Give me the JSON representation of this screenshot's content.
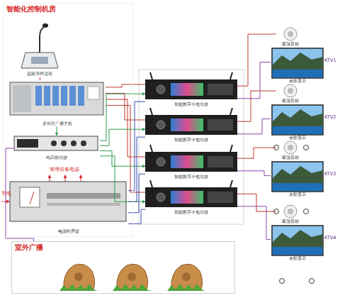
{
  "diagram": {
    "nodes": [
      {
        "text": [
          "智能化控制机房"
        ]
      },
      {
        "text": [
          "远程寻呼话筒"
        ],
        "in": 0
      },
      {
        "text": [
          "多分区广播主机"
        ],
        "in": 0
      },
      {
        "text": [
          "纯后级功放"
        ],
        "in": 0
      },
      {
        "text": [
          "电源时序器"
        ],
        "in": 0
      },
      {
        "text": [
          "智能数字卡包功放"
        ]
      },
      {
        "text": [
          "智能数字卡包功放"
        ]
      },
      {
        "text": [
          "智能数字卡包功放"
        ]
      },
      {
        "text": [
          "智能数字卡包功放"
        ]
      },
      {
        "text": [
          "吸顶音箱"
        ]
      },
      {
        "text": [
          "吸顶音箱"
        ]
      },
      {
        "text": [
          "吸顶音箱"
        ]
      },
      {
        "text": [
          "吸顶音箱"
        ]
      },
      {
        "text": [
          "KTV1",
          "点歌显示"
        ]
      },
      {
        "text": [
          "KTV2",
          "点歌显示"
        ]
      },
      {
        "text": [
          "KTV3",
          "点歌显示"
        ]
      },
      {
        "text": [
          "KTV4",
          "点歌显示"
        ]
      },
      {
        "text": [
          "室外广播"
        ]
      }
    ],
    "edges": [
      {
        "from": 1,
        "to": 2,
        "arrow": "none"
      },
      {
        "from": 2,
        "to": 5,
        "arrow": "none"
      },
      {
        "from": 2,
        "to": 6,
        "arrow": "none"
      },
      {
        "from": 2,
        "to": 7,
        "arrow": "none"
      },
      {
        "from": 2,
        "to": 8,
        "arrow": "none"
      },
      {
        "from": 2,
        "to": 3,
        "arrow": "to"
      },
      {
        "from": 3,
        "to": 5,
        "arrow": "to"
      },
      {
        "from": 3,
        "to": 6,
        "arrow": "to"
      },
      {
        "from": 3,
        "to": 7,
        "arrow": "to"
      },
      {
        "from": 3,
        "to": 8,
        "arrow": "to"
      },
      {
        "from": 3,
        "to": 17,
        "arrow": "none"
      },
      {
        "from": 4,
        "to": 5,
        "arrow": "none"
      },
      {
        "from": 4,
        "to": 6,
        "arrow": "none"
      },
      {
        "from": 4,
        "to": 7,
        "arrow": "none"
      },
      {
        "from": 4,
        "to": 8,
        "arrow": "none"
      },
      {
        "from": 5,
        "to": 9,
        "arrow": "none"
      },
      {
        "from": 6,
        "to": 10,
        "arrow": "none"
      },
      {
        "from": 7,
        "to": 11,
        "arrow": "none"
      },
      {
        "from": 8,
        "to": 12,
        "arrow": "none"
      },
      {
        "from": 5,
        "to": 13,
        "arrow": "none"
      },
      {
        "from": 6,
        "to": 14,
        "arrow": "none"
      },
      {
        "from": 7,
        "to": 15,
        "arrow": "none"
      },
      {
        "from": 8,
        "to": 16,
        "arrow": "none"
      }
    ],
    "labels": [
      "管理设备电源",
      "市电"
    ]
  }
}
